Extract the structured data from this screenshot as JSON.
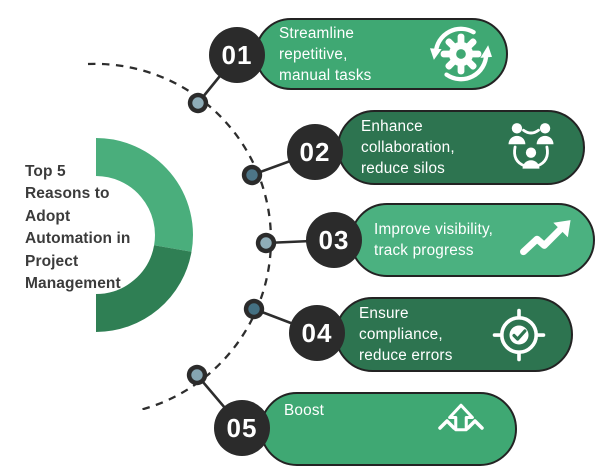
{
  "title": "Top 5\nReasons to\nAdopt\nAutomation in\nProject\nManagement",
  "colors": {
    "background": "#ffffff",
    "title_text": "#3b3b3b",
    "pill_text": "#ffffff",
    "number_circle": "#2b2b2b",
    "line": "#2d2d2d",
    "donut_top": "#4aae7c",
    "donut_bottom": "#2f7f54",
    "green_medium": "#3fa873",
    "green_dark": "#2d7450",
    "green_light": "#4bb180"
  },
  "dots": {
    "ring": "#2b2b2b",
    "fills": [
      "#8fadb8",
      "#4d7587",
      "#8fadb8",
      "#447082",
      "#85a5b2"
    ]
  },
  "items": [
    {
      "number": "01",
      "text": "Streamline\nrepetitive,\nmanual tasks",
      "icon": "sync-gear",
      "color": "#3fa873"
    },
    {
      "number": "02",
      "text": "Enhance\ncollaboration,\nreduce silos",
      "icon": "team",
      "color": "#2d7450"
    },
    {
      "number": "03",
      "text": "Improve visibility,\ntrack progress",
      "icon": "trend-up",
      "color": "#4bb180"
    },
    {
      "number": "04",
      "text": "Ensure\ncompliance,\nreduce errors",
      "icon": "target-check",
      "color": "#2d7450"
    },
    {
      "number": "05",
      "text": "Boost",
      "icon": "boost-arrows",
      "color": "#3fa873"
    }
  ]
}
